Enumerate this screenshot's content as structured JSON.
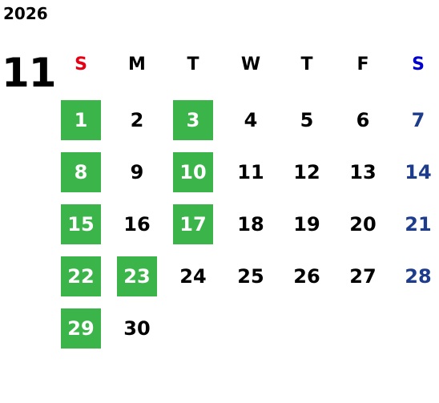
{
  "calendar": {
    "year": "2026",
    "month": "11",
    "weekdays": [
      "S",
      "M",
      "T",
      "W",
      "T",
      "F",
      "S"
    ],
    "weeks": [
      [
        {
          "day": "1",
          "highlighted": true
        },
        {
          "day": "2",
          "highlighted": false
        },
        {
          "day": "3",
          "highlighted": true
        },
        {
          "day": "4",
          "highlighted": false
        },
        {
          "day": "5",
          "highlighted": false
        },
        {
          "day": "6",
          "highlighted": false
        },
        {
          "day": "7",
          "highlighted": false
        }
      ],
      [
        {
          "day": "8",
          "highlighted": true
        },
        {
          "day": "9",
          "highlighted": false
        },
        {
          "day": "10",
          "highlighted": true
        },
        {
          "day": "11",
          "highlighted": false
        },
        {
          "day": "12",
          "highlighted": false
        },
        {
          "day": "13",
          "highlighted": false
        },
        {
          "day": "14",
          "highlighted": false
        }
      ],
      [
        {
          "day": "15",
          "highlighted": true
        },
        {
          "day": "16",
          "highlighted": false
        },
        {
          "day": "17",
          "highlighted": true
        },
        {
          "day": "18",
          "highlighted": false
        },
        {
          "day": "19",
          "highlighted": false
        },
        {
          "day": "20",
          "highlighted": false
        },
        {
          "day": "21",
          "highlighted": false
        }
      ],
      [
        {
          "day": "22",
          "highlighted": true
        },
        {
          "day": "23",
          "highlighted": true
        },
        {
          "day": "24",
          "highlighted": false
        },
        {
          "day": "25",
          "highlighted": false
        },
        {
          "day": "26",
          "highlighted": false
        },
        {
          "day": "27",
          "highlighted": false
        },
        {
          "day": "28",
          "highlighted": false
        }
      ],
      [
        {
          "day": "29",
          "highlighted": true
        },
        {
          "day": "30",
          "highlighted": false
        }
      ]
    ],
    "colors": {
      "highlight": "#3bb44a",
      "sunday_header": "#e60012",
      "saturday_header": "#0000cc",
      "saturday_date": "#1e3c8c",
      "text": "#000000"
    }
  }
}
